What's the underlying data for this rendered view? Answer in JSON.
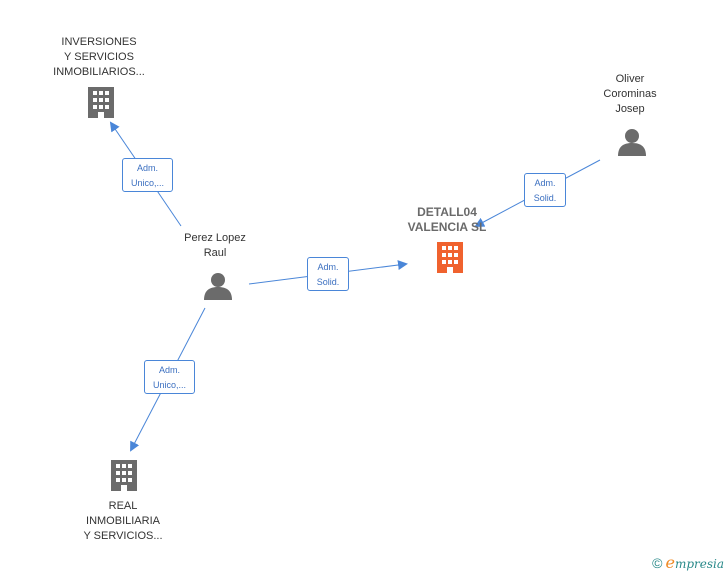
{
  "nodes": {
    "inversiones": {
      "label": "INVERSIONES\nY SERVICIOS\nINMOBILIARIOS...",
      "icon": "building-icon",
      "color": "#6b6b6b"
    },
    "oliver": {
      "label": "Oliver\nCorominas\nJosep",
      "icon": "person-icon",
      "color": "#6b6b6b"
    },
    "detall": {
      "label": "DETALL04\nVALENCIA  SL",
      "icon": "building-icon",
      "color": "#f0622e"
    },
    "perez": {
      "label": "Perez Lopez\nRaul",
      "icon": "person-icon",
      "color": "#6b6b6b"
    },
    "real": {
      "label": "REAL\nINMOBILIARIA\nY SERVICIOS...",
      "icon": "building-icon",
      "color": "#6b6b6b"
    }
  },
  "edges": {
    "perez_inversiones": "Adm.\nUnico,...",
    "oliver_detall": "Adm.\nSolid.",
    "perez_detall": "Adm.\nSolid.",
    "perez_real": "Adm.\nUnico,..."
  },
  "colors": {
    "edge": "#4a86d8"
  },
  "footer": {
    "copyright": "©",
    "brand_initial": "e",
    "brand_rest": "mpresia"
  }
}
